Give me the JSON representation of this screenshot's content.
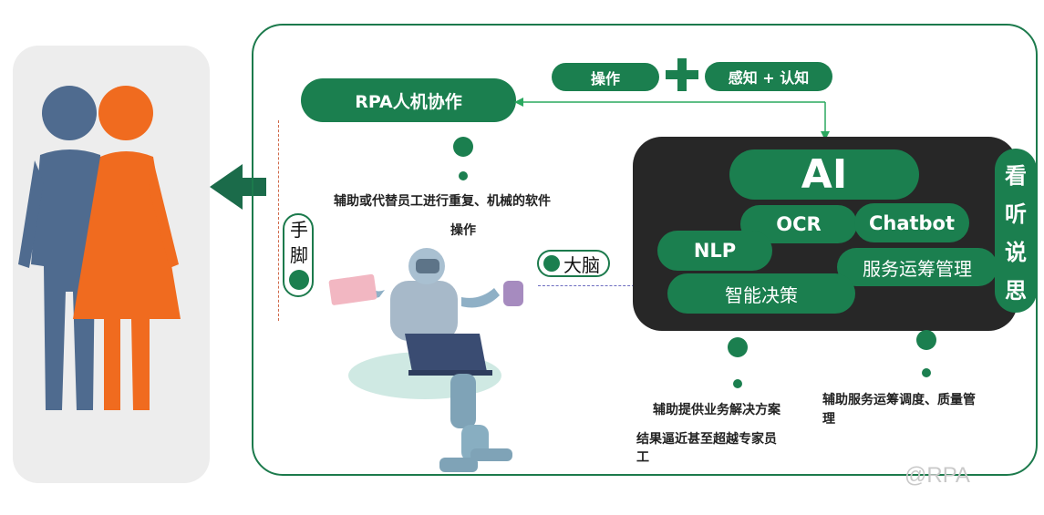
{
  "colors": {
    "brand_green": "#1b7f4f",
    "frame_green": "#1c7a4c",
    "ai_panel": "#272727",
    "person_blue": "#4f6b8f",
    "person_orange": "#f06b1f",
    "panel_gray": "#ededed"
  },
  "icons": {
    "people": "people-icon",
    "left_arrow": "left-arrow-icon",
    "plus": "plus-icon",
    "robot": "robot-illustration"
  },
  "rpa": {
    "title": "RPA人机协作",
    "description_line1": "辅助或代替员工进行重复、机械的软件",
    "description_line2": "操作"
  },
  "formula": {
    "left": "操作",
    "right": "感知 + 认知"
  },
  "labels": {
    "hands": [
      "手",
      "脚"
    ],
    "brain": "大脑"
  },
  "ai": {
    "title": "AI",
    "ocr": "OCR",
    "chatbot": "Chatbot",
    "nlp": "NLP",
    "service": "服务运筹管理",
    "decision": "智能决策",
    "senses": [
      "看",
      "听",
      "说",
      "思"
    ]
  },
  "notes": {
    "decision_line1": "辅助提供业务解决方案",
    "decision_line2": "结果逼近甚至超越专家员",
    "decision_line3": "工",
    "service_line1": "辅助服务运筹调度、质量管",
    "service_line2": "理"
  },
  "watermark": "@RPA"
}
